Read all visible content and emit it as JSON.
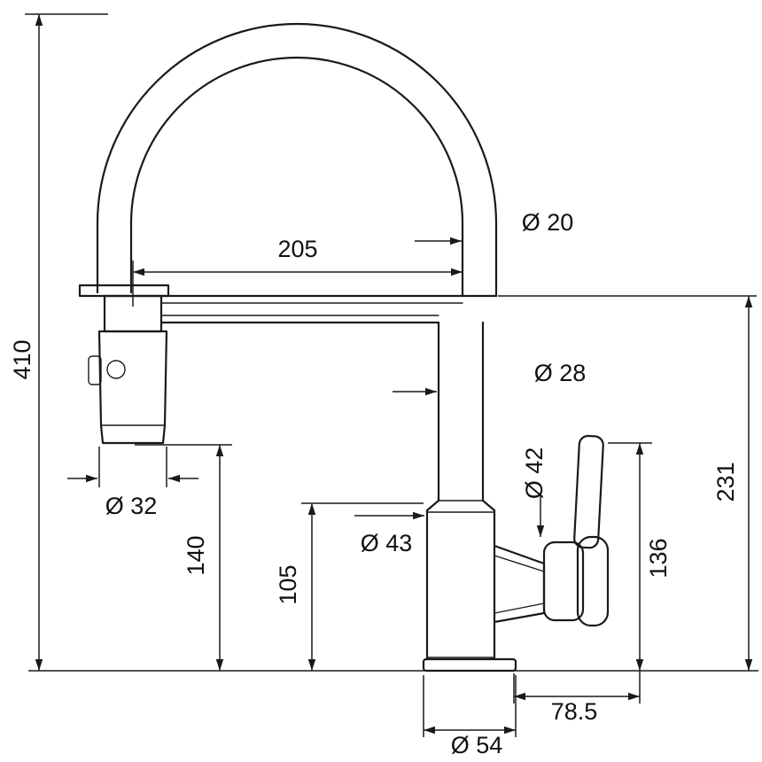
{
  "drawing": {
    "kind": "technical-dimension-drawing",
    "subject": "kitchen faucet with gooseneck spout, pull-down spray head and side lever handle",
    "line_color": "#1a1a1a",
    "background_color": "#ffffff"
  },
  "dims": {
    "overall_height": "410",
    "spout_reach": "205",
    "spout_tube_diameter": "Ø 20",
    "riser_diameter": "Ø 28",
    "spray_head_diameter": "Ø 32",
    "spray_head_height": "140",
    "body_top_height": "105",
    "body_diameter": "Ø 43",
    "handle_diameter": "Ø 42",
    "handle_top_height": "136",
    "spout_arm_height": "231",
    "handle_reach": "78.5",
    "base_diameter": "Ø 54"
  }
}
